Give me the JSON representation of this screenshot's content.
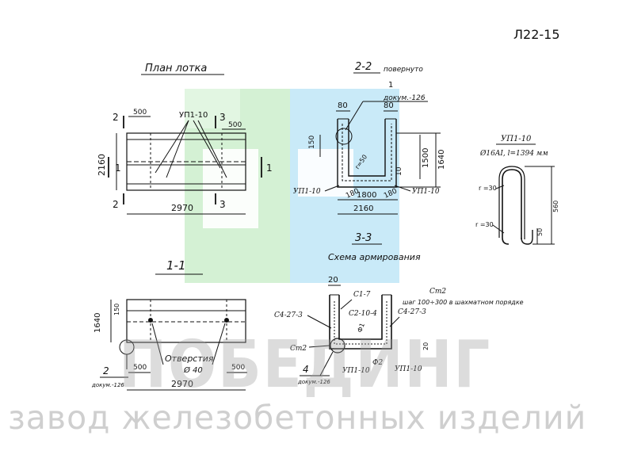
{
  "sheet_code": "Л22-15",
  "footer": "завод железобетонных изделий",
  "watermark": {
    "text": "ПОБЕДИНГ",
    "colors": {
      "green": "#cdeecd",
      "blue": "#bfe6f7",
      "gray": "#d6d6d6"
    }
  },
  "plan": {
    "title": "План лотка",
    "label_up": "УП1-10",
    "dim_500_left": "500",
    "dim_500_right": "500",
    "dim_2160": "2160",
    "dim_2970": "2970",
    "mark_2": "2",
    "mark_3": "3",
    "mark_1": "1"
  },
  "section_22": {
    "title": "2-2",
    "note": "повернуто",
    "callout_num": "1",
    "callout_doc": "докум.-126",
    "dim_80_left": "80",
    "dim_80_right": "80",
    "dim_150": "150",
    "dim_1500": "1500",
    "dim_1640": "1640",
    "dim_10": "10",
    "dim_r50": "r=50",
    "dim_180_left": "180",
    "dim_1800": "1800",
    "dim_180_right": "180",
    "dim_2160": "2160",
    "label_up_left": "УП1-10",
    "label_up_right": "УП1-10"
  },
  "bar_detail": {
    "title": "УП1-10",
    "spec": "Ø16AI, l=1394 мм",
    "r_top": "r =30",
    "r_bottom": "r =30",
    "dim_560": "560",
    "dim_50": "50"
  },
  "section_33": {
    "title": "3-3",
    "subtitle": "Схема армирования",
    "dim_20": "20",
    "label_c17": "С1-7",
    "label_st2_right": "Ст2",
    "note_step": "шаг 100÷300 в шахматном порядке",
    "label_c4273_left": "С4-27-3",
    "label_c2104": "С2-10-4",
    "label_c4273_right": "С4-27-3",
    "label_st2_left": "Ст2",
    "label_f1": "Ф1",
    "label_f2": "Ф2",
    "label_4": "4",
    "label_doc": "докум.-126",
    "label_up_left": "УП1-10",
    "label_up_right": "УП1-10",
    "dim_20b": "20"
  },
  "section_11": {
    "title": "1-1",
    "dim_1640": "1640",
    "dim_150": "150",
    "callout_num": "2",
    "callout_doc": "докум.-126",
    "holes_label": "Отверстия",
    "holes_dia": "Ø 40",
    "dim_500_left": "500",
    "dim_500_right": "500",
    "dim_2970": "2970"
  }
}
